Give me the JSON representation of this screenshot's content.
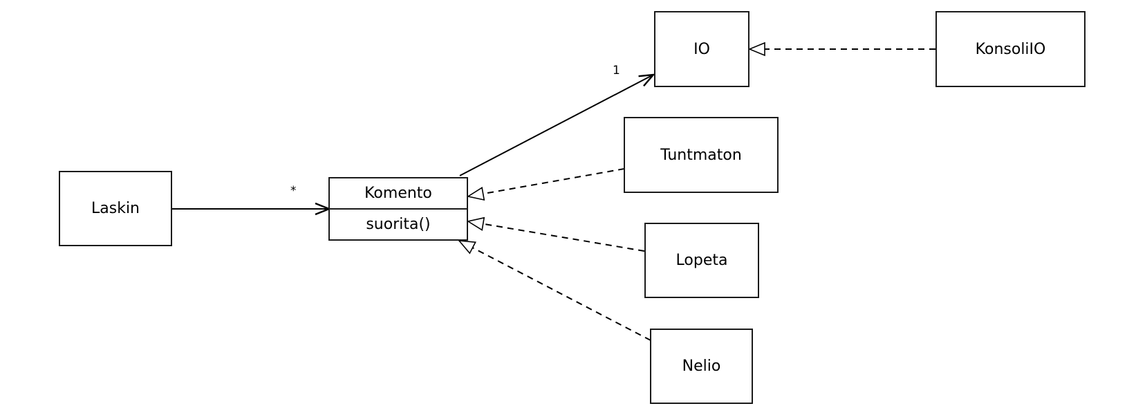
{
  "diagram": {
    "classes": {
      "laskin": "Laskin",
      "komento": "Komento",
      "komento_method": "suorita()",
      "io": "IO",
      "konsoli_io": "KonsoliIO",
      "tuntmaton": "Tuntmaton",
      "lopeta": "Lopeta",
      "nelio": "Nelio"
    },
    "multiplicities": {
      "laskin_to_komento": "*",
      "komento_to_io": "1"
    }
  }
}
